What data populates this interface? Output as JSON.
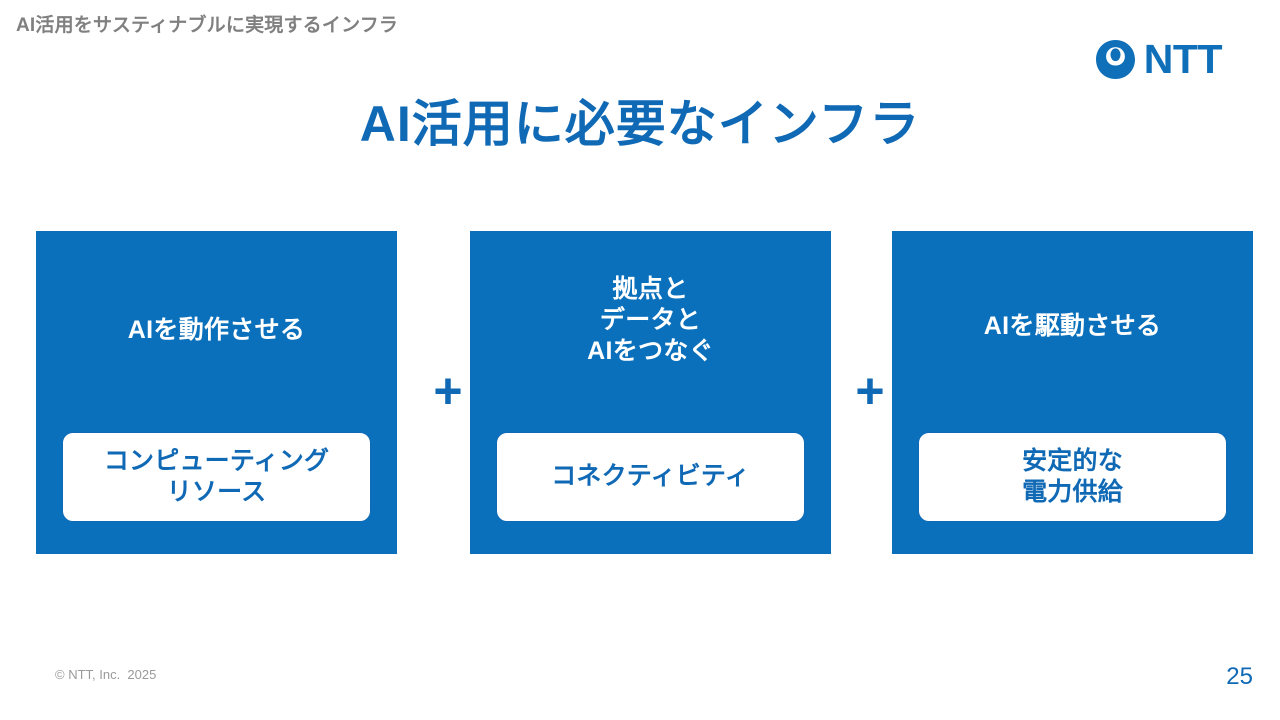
{
  "slide": {
    "header": "AI活用をサスティナブルに実現するインフラ",
    "title": "AI活用に必要なインフラ",
    "page_number": "25",
    "copyright": "© NTT, Inc.  2025",
    "logo_text": "NTT",
    "colors": {
      "brand_blue": "#1069B5",
      "card_blue": "#0A70BC",
      "header_gray": "#808080",
      "footer_gray": "#9a9a9a",
      "white": "#ffffff"
    }
  },
  "diagram": {
    "operators": [
      "+",
      "+"
    ],
    "cards": [
      {
        "heading": "AIを動作させる",
        "heading_lines": [
          "AIを動作させる"
        ],
        "pill_lines": [
          "コンピューティング",
          "リソース"
        ]
      },
      {
        "heading": "拠点とデータとAIをつなぐ",
        "heading_lines": [
          "拠点と",
          "データと",
          "AIをつなぐ"
        ],
        "pill_lines": [
          "コネクティビティ"
        ]
      },
      {
        "heading": "AIを駆動させる",
        "heading_lines": [
          "AIを駆動させる"
        ],
        "pill_lines": [
          "安定的な",
          "電力供給"
        ]
      }
    ]
  }
}
